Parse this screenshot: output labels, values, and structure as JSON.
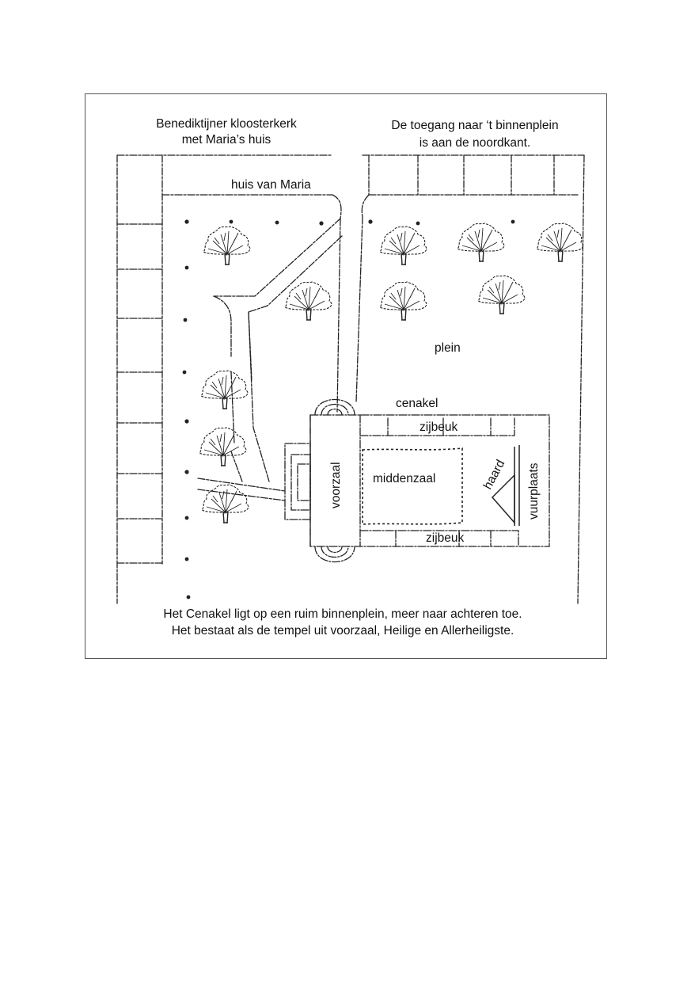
{
  "labels": {
    "church_line1": "Benediktijner kloosterkerk",
    "church_line2": "met Maria’s huis",
    "access_line1": "De toegang naar ‘t binnenplein",
    "access_line2": "is aan de noordkant.",
    "house_of_mary": "huis van Maria",
    "square": "plein",
    "cenacle": "cenakel",
    "side_aisle_top": "zijbeuk",
    "side_aisle_bottom": "zijbeuk",
    "central_hall": "middenzaal",
    "vestibule": "voorzaal",
    "hearth": "haard",
    "fireplace": "vuurplaats"
  },
  "caption": {
    "line1": "Het Cenakel ligt op een ruim binnenplein, meer naar achteren toe.",
    "line2": "Het bestaat als de tempel uit voorzaal, Heilige en Allerheiligste."
  },
  "colors": {
    "ink": "#222222",
    "frame": "#555555"
  }
}
